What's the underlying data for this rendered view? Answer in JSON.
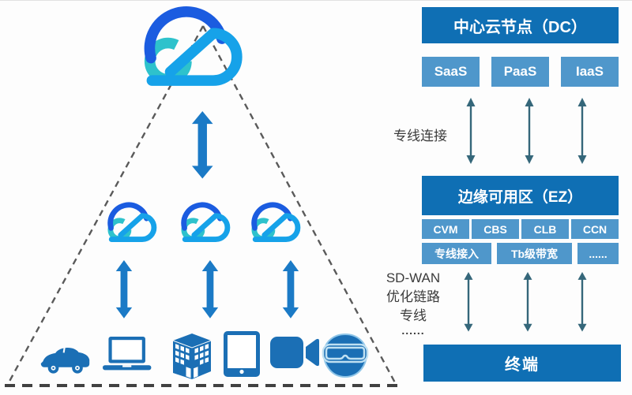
{
  "colors": {
    "dark_box": "#0f6fb4",
    "light_box": "#4f97cb",
    "thick_arrow": "#1b7ac6",
    "thin_arrow": "#35677a",
    "device_icon": "#1b6fb5",
    "cloud_dark_blue": "#1b5ce0",
    "cloud_teal": "#2ec2cc",
    "cloud_light_blue": "#16a2e9",
    "dashed_line": "#5a5a5a"
  },
  "left_diagram": {
    "shape": "dashed-pyramid",
    "top_tier_icon": "tencent-cloud-logo",
    "middle_tier_icons": [
      "tencent-cloud-logo",
      "tencent-cloud-logo",
      "tencent-cloud-logo"
    ],
    "bottom_tier_icons": [
      "car",
      "laptop",
      "building",
      "tablet",
      "video-camera",
      "vr-headset"
    ]
  },
  "right_panel": {
    "dc_title": "中心云节点（DC）",
    "cloud_services": [
      "SaaS",
      "PaaS",
      "IaaS"
    ],
    "link_label": "专线连接",
    "ez_title": "边缘可用区（EZ）",
    "ez_services": [
      "CVM",
      "CBS",
      "CLB",
      "CCN"
    ],
    "ez_features": [
      "专线接入",
      "Tb级带宽",
      "......"
    ],
    "sdwan_lines": [
      "SD-WAN",
      "优化链路",
      "专线"
    ],
    "dots": "......",
    "terminal_title": "终端"
  }
}
